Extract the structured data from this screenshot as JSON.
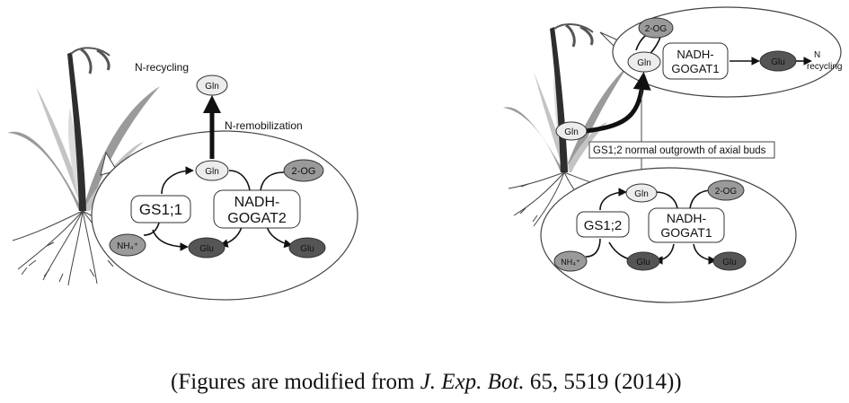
{
  "left_panel": {
    "top_label": "N-recycling",
    "top_node": "Gln",
    "arrow_label": "N-remobilization",
    "enzyme": "GS1;1",
    "ammonium": "NH₄⁺",
    "gln": "Gln",
    "og": "2-OG",
    "gogat_line1": "NADH-",
    "gogat_line2": "GOGAT2",
    "glu_left": "Glu",
    "glu_right": "Glu"
  },
  "right_panel": {
    "top": {
      "og": "2-OG",
      "gln": "Gln",
      "gogat_line1": "NADH-",
      "gogat_line2": "GOGAT1",
      "glu": "Glu",
      "out_label_line1": "N",
      "out_label_line2": "recycling"
    },
    "stem_gln": "Gln",
    "bottom_label": "GS1;2 normal outgrowth of axial buds",
    "bottom": {
      "gln": "Gln",
      "og": "2-OG",
      "enzyme": "GS1;2",
      "ammonium": "NH₄⁺",
      "gogat_line1": "NADH-",
      "gogat_line2": "GOGAT1",
      "glu_left": "Glu",
      "glu_right": "Glu"
    }
  },
  "caption": {
    "prefix": "(Figures are modified from ",
    "journal": "J. Exp. Bot.",
    "suffix": " 65, 5519 (2014))"
  },
  "colors": {
    "plant_dark": "#2e2e2e",
    "plant_mid": "#8c8c8c",
    "plant_light": "#c4c4c4",
    "node_light": "#ececec",
    "node_mid": "#9a9a9a",
    "node_dark": "#555555"
  }
}
